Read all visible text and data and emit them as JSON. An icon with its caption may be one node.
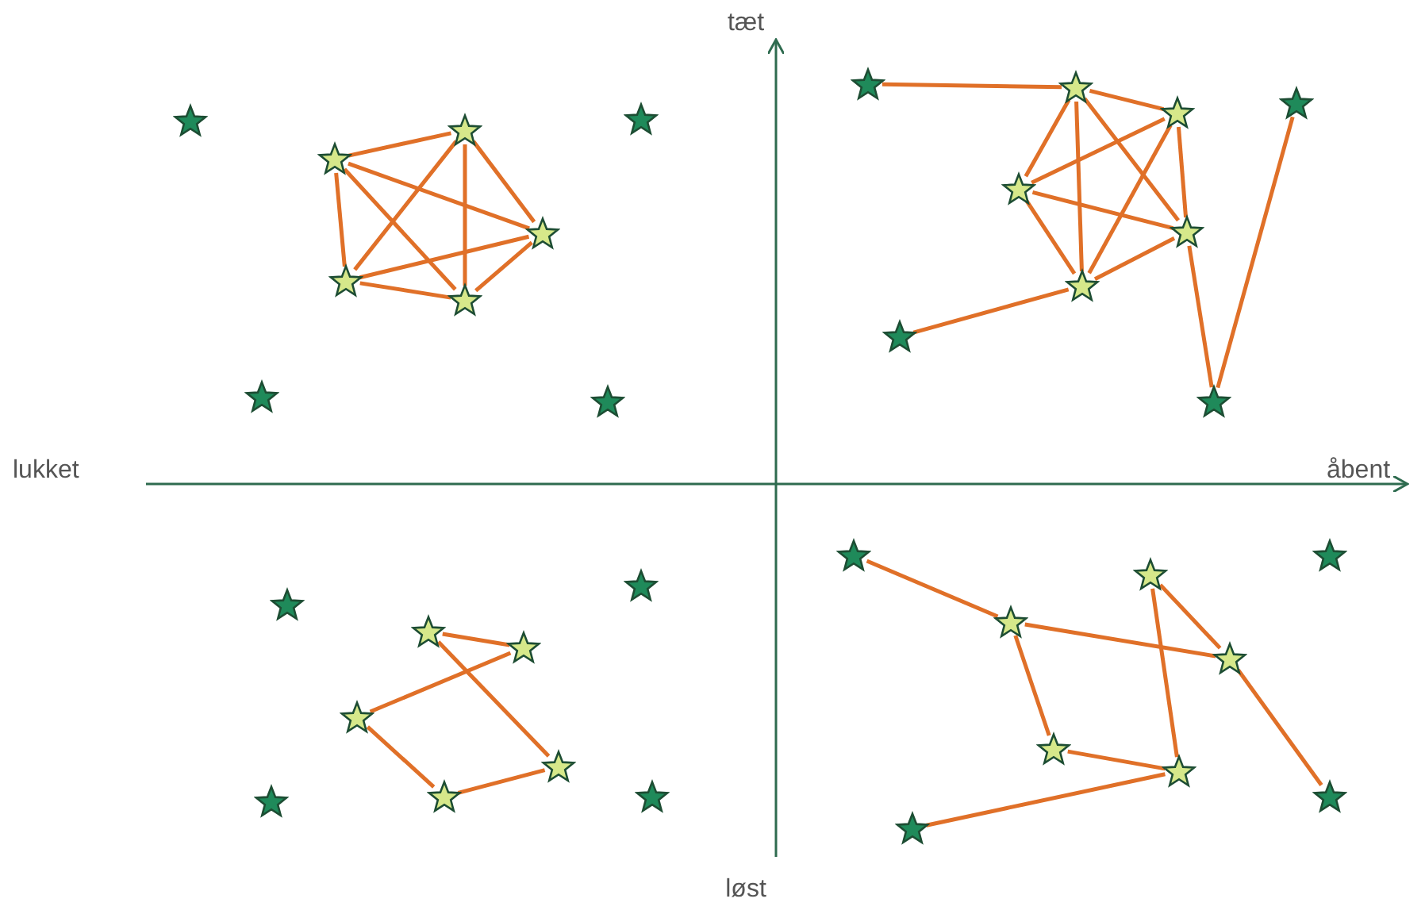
{
  "diagram": {
    "nodes": [
      {
        "text": [],
        "shape": "star"
      },
      {
        "text": [],
        "shape": "star"
      },
      {
        "text": [],
        "shape": "star"
      },
      {
        "text": [],
        "shape": "star"
      },
      {
        "text": [],
        "shape": "star"
      },
      {
        "text": [],
        "shape": "star"
      },
      {
        "text": [],
        "shape": "star"
      },
      {
        "text": [],
        "shape": "star"
      },
      {
        "text": [],
        "shape": "star"
      },
      {
        "text": [],
        "shape": "star"
      },
      {
        "text": [],
        "shape": "star"
      },
      {
        "text": [],
        "shape": "star"
      },
      {
        "text": [],
        "shape": "star"
      },
      {
        "text": [],
        "shape": "star"
      },
      {
        "text": [],
        "shape": "star"
      },
      {
        "text": [],
        "shape": "star"
      },
      {
        "text": [],
        "shape": "star"
      },
      {
        "text": [],
        "shape": "star"
      },
      {
        "text": [],
        "shape": "star"
      },
      {
        "text": [],
        "shape": "star"
      },
      {
        "text": [],
        "shape": "star"
      },
      {
        "text": [],
        "shape": "star"
      },
      {
        "text": [],
        "shape": "star"
      },
      {
        "text": [],
        "shape": "star"
      },
      {
        "text": [],
        "shape": "star"
      },
      {
        "text": [],
        "shape": "star"
      },
      {
        "text": [],
        "shape": "star"
      },
      {
        "text": [],
        "shape": "star"
      },
      {
        "text": [],
        "shape": "star"
      },
      {
        "text": [],
        "shape": "star"
      },
      {
        "text": [],
        "shape": "star"
      },
      {
        "text": [],
        "shape": "star"
      },
      {
        "text": [],
        "shape": "star"
      },
      {
        "text": [],
        "shape": "star"
      },
      {
        "text": [],
        "shape": "star"
      },
      {
        "text": [],
        "shape": "star"
      }
    ],
    "edges": [
      {
        "from": 3,
        "to": 1,
        "arrow": "none"
      },
      {
        "from": 3,
        "to": 4,
        "arrow": "none"
      },
      {
        "from": 3,
        "to": 5,
        "arrow": "none"
      },
      {
        "from": 3,
        "to": 6,
        "arrow": "none"
      },
      {
        "from": 1,
        "to": 4,
        "arrow": "none"
      },
      {
        "from": 1,
        "to": 5,
        "arrow": "none"
      },
      {
        "from": 1,
        "to": 6,
        "arrow": "none"
      },
      {
        "from": 4,
        "to": 5,
        "arrow": "none"
      },
      {
        "from": 4,
        "to": 6,
        "arrow": "none"
      },
      {
        "from": 5,
        "to": 6,
        "arrow": "none"
      },
      {
        "from": 9,
        "to": 10,
        "arrow": "none"
      },
      {
        "from": 10,
        "to": 12,
        "arrow": "none"
      },
      {
        "from": 10,
        "to": 13,
        "arrow": "none"
      },
      {
        "from": 10,
        "to": 15,
        "arrow": "none"
      },
      {
        "from": 10,
        "to": 14,
        "arrow": "none"
      },
      {
        "from": 12,
        "to": 13,
        "arrow": "none"
      },
      {
        "from": 12,
        "to": 15,
        "arrow": "none"
      },
      {
        "from": 12,
        "to": 14,
        "arrow": "none"
      },
      {
        "from": 13,
        "to": 14,
        "arrow": "none"
      },
      {
        "from": 13,
        "to": 15,
        "arrow": "none"
      },
      {
        "from": 15,
        "to": 14,
        "arrow": "none"
      },
      {
        "from": 16,
        "to": 15,
        "arrow": "none"
      },
      {
        "from": 14,
        "to": 17,
        "arrow": "none"
      },
      {
        "from": 17,
        "to": 11,
        "arrow": "none"
      },
      {
        "from": 20,
        "to": 21,
        "arrow": "none"
      },
      {
        "from": 20,
        "to": 23,
        "arrow": "none"
      },
      {
        "from": 21,
        "to": 22,
        "arrow": "none"
      },
      {
        "from": 22,
        "to": 25,
        "arrow": "none"
      },
      {
        "from": 25,
        "to": 23,
        "arrow": "none"
      },
      {
        "from": 27,
        "to": 30,
        "arrow": "none"
      },
      {
        "from": 30,
        "to": 31,
        "arrow": "none"
      },
      {
        "from": 30,
        "to": 32,
        "arrow": "none"
      },
      {
        "from": 32,
        "to": 33,
        "arrow": "none"
      },
      {
        "from": 35,
        "to": 33,
        "arrow": "none"
      },
      {
        "from": 29,
        "to": 33,
        "arrow": "none"
      },
      {
        "from": 29,
        "to": 31,
        "arrow": "none"
      },
      {
        "from": 31,
        "to": 34,
        "arrow": "none"
      }
    ],
    "labels": [
      "tæt",
      "lukket",
      "åbent",
      "løst"
    ]
  }
}
